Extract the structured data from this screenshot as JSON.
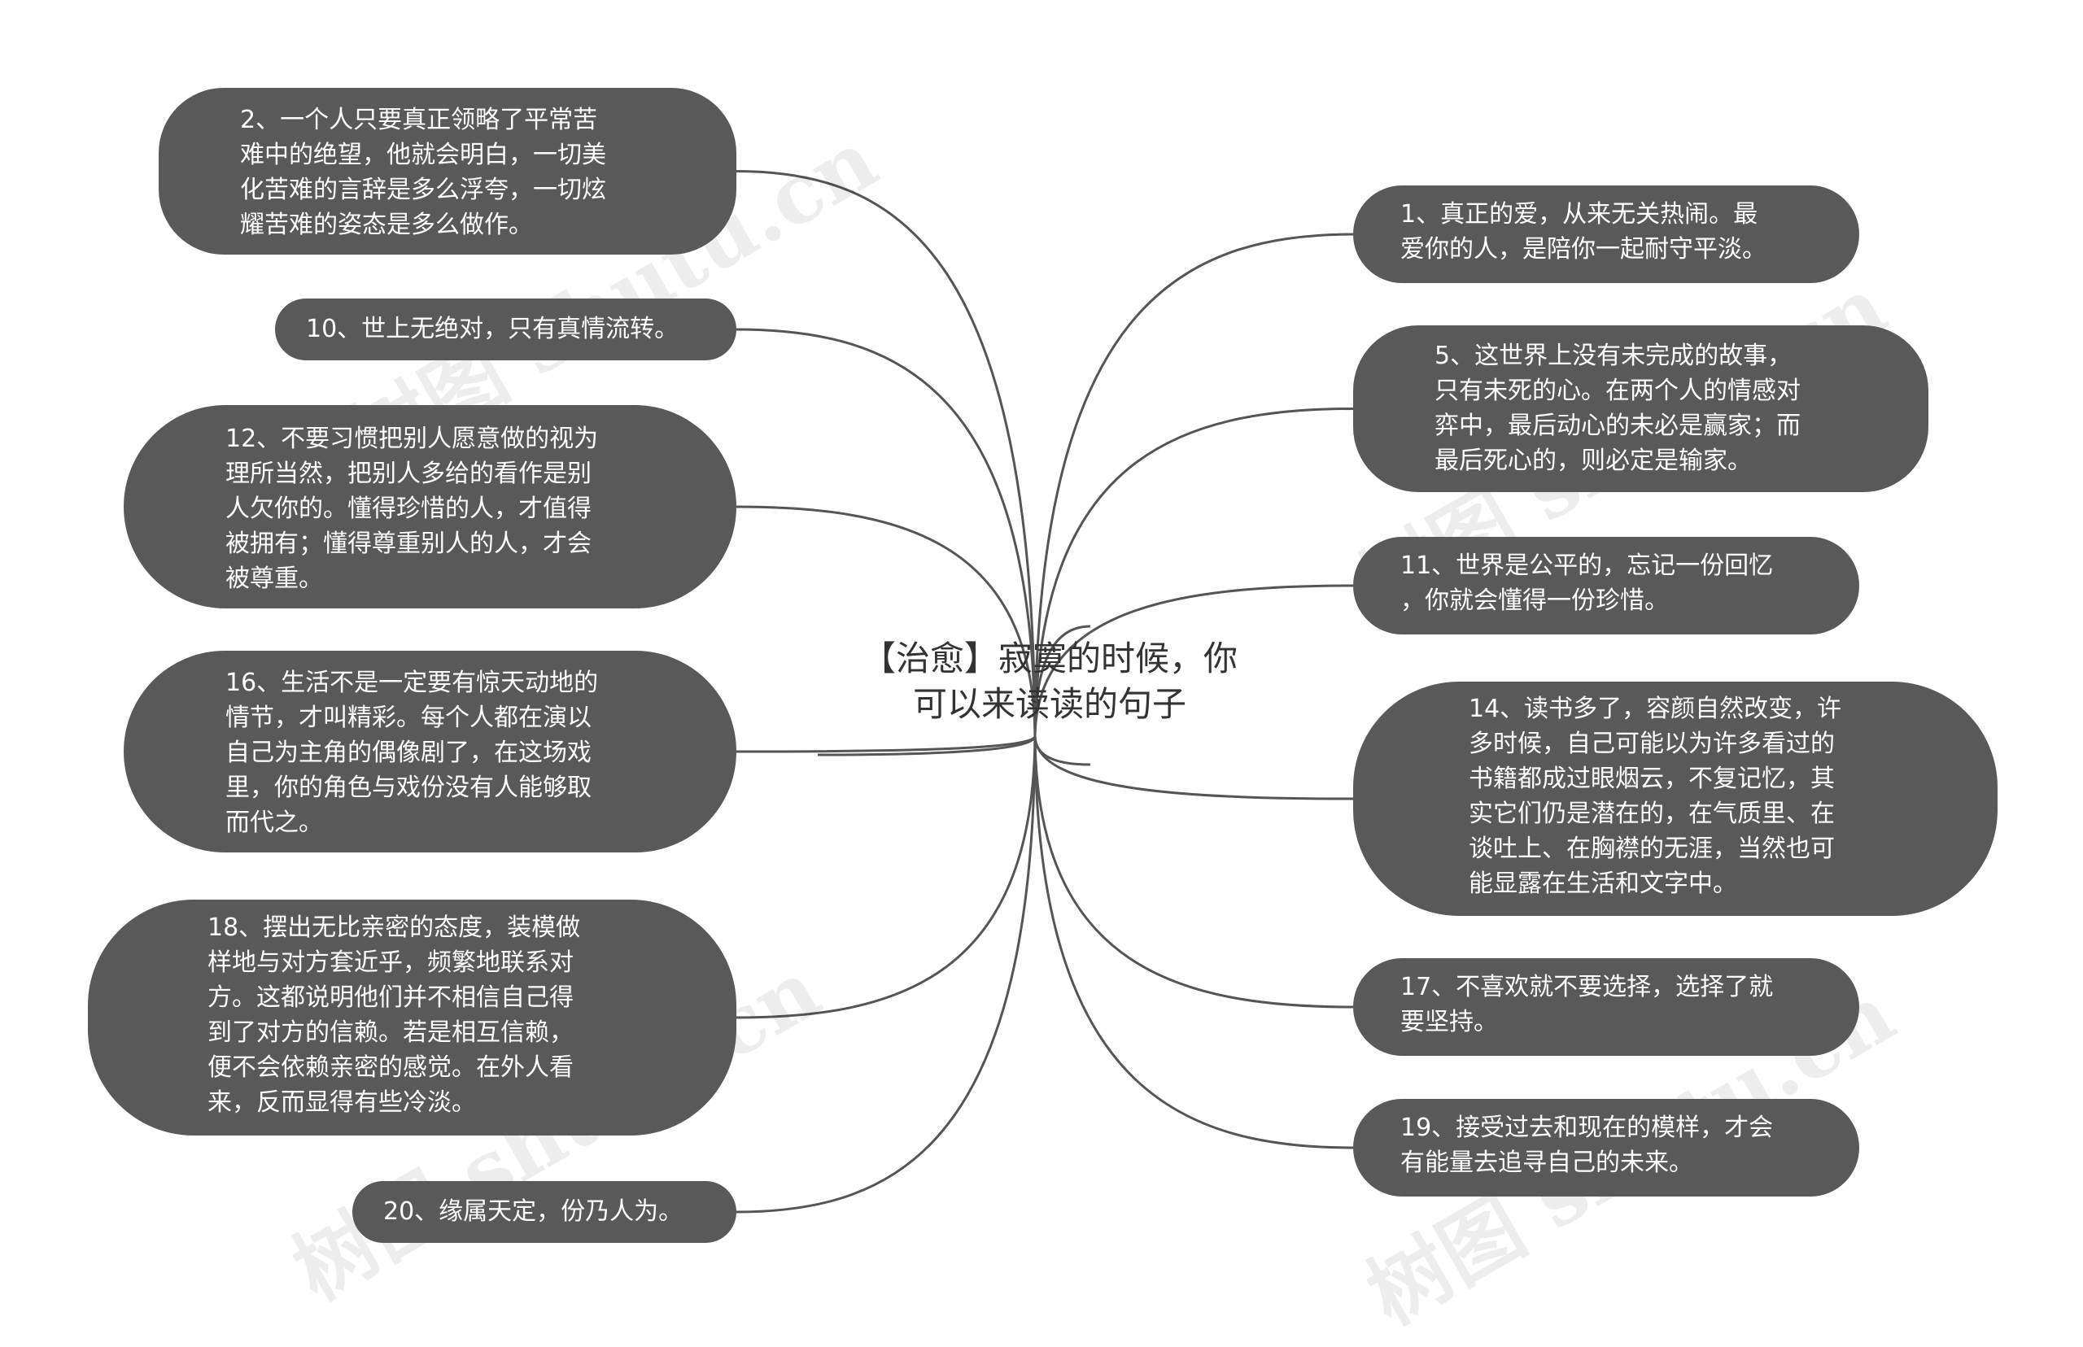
{
  "center": {
    "title": "【治愈】寂寞的时候，你\n可以来读读的句子"
  },
  "left": [
    {
      "id": "n2",
      "text": "2、一个人只要真正领略了平常苦\n难中的绝望，他就会明白，一切美\n化苦难的言辞是多么浮夸，一切炫\n耀苦难的姿态是多么做作。"
    },
    {
      "id": "n10",
      "text": "10、世上无绝对，只有真情流转。"
    },
    {
      "id": "n12",
      "text": "12、不要习惯把别人愿意做的视为\n理所当然，把别人多给的看作是别\n人欠你的。懂得珍惜的人，才值得\n被拥有；懂得尊重别人的人，才会\n被尊重。"
    },
    {
      "id": "n16",
      "text": "16、生活不是一定要有惊天动地的\n情节，才叫精彩。每个人都在演以\n自己为主角的偶像剧了，在这场戏\n里，你的角色与戏份没有人能够取\n而代之。"
    },
    {
      "id": "n18",
      "text": "18、摆出无比亲密的态度，装模做\n样地与对方套近乎，频繁地联系对\n方。这都说明他们并不相信自己得\n到了对方的信赖。若是相互信赖，\n便不会依赖亲密的感觉。在外人看\n来，反而显得有些冷淡。"
    },
    {
      "id": "n20",
      "text": "20、缘属天定，份乃人为。"
    }
  ],
  "right": [
    {
      "id": "n1",
      "text": "1、真正的爱，从来无关热闹。最\n爱你的人，是陪你一起耐守平淡。"
    },
    {
      "id": "n5",
      "text": "5、这世界上没有未完成的故事，\n只有未死的心。在两个人的情感对\n弈中，最后动心的未必是赢家；而\n最后死心的，则必定是输家。"
    },
    {
      "id": "n11",
      "text": "11、世界是公平的，忘记一份回忆\n，你就会懂得一份珍惜。"
    },
    {
      "id": "n14",
      "text": "14、读书多了，容颜自然改变，许\n多时候，自己可能以为许多看过的\n书籍都成过眼烟云，不复记忆，其\n实它们仍是潜在的，在气质里、在\n谈吐上、在胸襟的无涯，当然也可\n能显露在生活和文字中。"
    },
    {
      "id": "n17",
      "text": "17、不喜欢就不要选择，选择了就\n要坚持。"
    },
    {
      "id": "n19",
      "text": "19、接受过去和现在的模样，才会\n有能量去追寻自己的未来。"
    }
  ],
  "watermark": {
    "text": "树图 shutu.cn"
  },
  "colors": {
    "node_fill": "#595959",
    "node_text": "#ffffff",
    "link": "#555555",
    "center_text": "#333333"
  }
}
